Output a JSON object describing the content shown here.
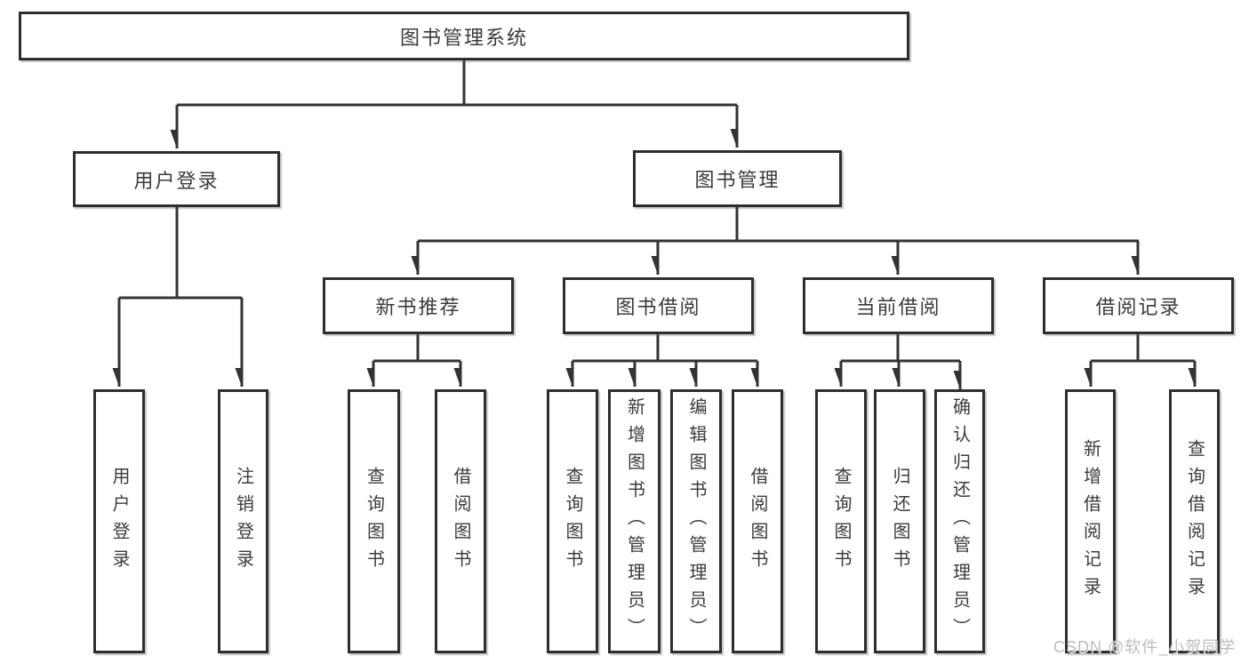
{
  "diagram": {
    "root": "图书管理系统",
    "level2": {
      "user_login": "用户登录",
      "book_mgmt": "图书管理"
    },
    "level3": [
      "新书推荐",
      "图书借阅",
      "当前借阅",
      "借阅记录"
    ],
    "leaves": {
      "login": [
        "用户登录",
        "注销登录"
      ],
      "recommend": [
        "查询图书",
        "借阅图书"
      ],
      "borrow": [
        "查询图书",
        "新增图书（管理员）",
        "编辑图书（管理员）",
        "借阅图书"
      ],
      "current": [
        "查询图书",
        "归还图书",
        "确认归还（管理员）"
      ],
      "records": [
        "新增借阅记录",
        "查询借阅记录"
      ]
    }
  },
  "watermark": "CSDN @软件_小贺同学",
  "colors": {
    "line": "#333333",
    "box_border": "#2e2e2e",
    "box_fill": "#ffffff",
    "text": "#3b3b3b",
    "watermark": "#bcbcbc"
  }
}
